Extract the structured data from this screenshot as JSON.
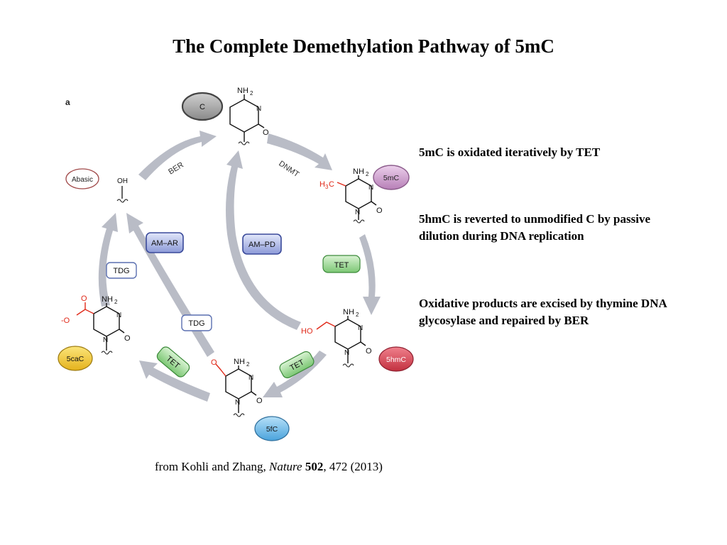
{
  "title": "The Complete Demethylation Pathway of 5mC",
  "panel_label": "a",
  "notes": [
    "5mC is oxidated iteratively by TET",
    "5hmC is reverted to unmodified C by passive dilution during DNA replication",
    "Oxidative products are excised by thymine DNA glycosylase and repaired by BER"
  ],
  "citation": {
    "prefix": "from Kohli and Zhang, ",
    "journal": "Nature",
    "space": " ",
    "volume": "502",
    "rest": ", 472 (2013)"
  },
  "nodes": {
    "c": "C",
    "mc": "5mC",
    "hmc": "5hmC",
    "fc": "5fC",
    "cac": "5caC",
    "abasic": "Abasic"
  },
  "enzymes": {
    "dnmt": "DNMT",
    "ber": "BER",
    "tet1": "TET",
    "tet2": "TET",
    "tet3": "TET",
    "tdg1": "TDG",
    "tdg2": "TDG",
    "amar": "AM–AR",
    "ampd": "AM–PD"
  },
  "chem": {
    "nh2": "NH",
    "sub2": "2",
    "n": "N",
    "o": "O",
    "oh": "OH",
    "h3c_h": "H",
    "h3c_3": "3",
    "h3c_c": "C",
    "ho": "HO",
    "o_minus": "-O"
  },
  "colors": {
    "arrow": "#b9bcc6",
    "c_node": "#8e8e8e",
    "mc_node": "#c89ac8",
    "hmc_node": "#d4455a",
    "fc_node": "#6cb8e6",
    "cac_node": "#f2c731",
    "tet_box": "#8fd48a",
    "tdg_border": "#5a6fb0",
    "am_box": "#7f8fd6",
    "red_group": "#e02a1a"
  }
}
